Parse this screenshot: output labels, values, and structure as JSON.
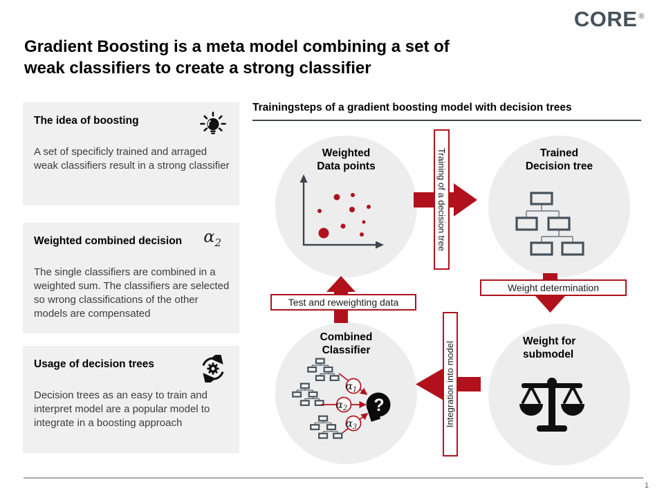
{
  "logo": {
    "text": "CORE",
    "registered_mark": "®"
  },
  "title": {
    "line1": "Gradient Boosting is a meta model combining a set of",
    "line2": "weak classifiers to create a strong classifier"
  },
  "info_boxes": [
    {
      "heading": "The idea of boosting",
      "icon": "lightbulb-icon",
      "body": "A set of specificly trained and arraged weak classifiers result in a strong classifier"
    },
    {
      "heading": "Weighted combined decision",
      "icon": "alpha-weight-symbol",
      "icon_symbol": "α",
      "icon_sub": "2",
      "body": "The single classifiers are combined in a weighted sum. The classifiers are selected so wrong classifications of the other models are compensated"
    },
    {
      "heading": "Usage of decision trees",
      "icon": "gear-cycle-icon",
      "body": "Decision trees as an easy to train and interpret model are a popular model to integrate in a boosting approach"
    }
  ],
  "diagram": {
    "heading": "Trainingsteps of a gradient boosting model with decision trees",
    "nodes": [
      {
        "id": "weighted-data-points",
        "line1": "Weighted",
        "line2": "Data points"
      },
      {
        "id": "trained-decision-tree",
        "line1": "Trained",
        "line2": "Decision tree"
      },
      {
        "id": "weight-for-submodel",
        "line1": "Weight for",
        "line2": "submodel"
      },
      {
        "id": "combined-classifier",
        "line1": "Combined",
        "line2": "Classifier"
      }
    ],
    "connectors": {
      "training": "Training of a decision tree",
      "weight_determination": "Weight determination",
      "integration": "Integration into model",
      "test_reweighting": "Test and reweighting data"
    },
    "alphas": [
      {
        "symbol": "α",
        "sub": "1"
      },
      {
        "symbol": "α",
        "sub": "2"
      },
      {
        "symbol": "α",
        "sub": "3"
      }
    ],
    "question_mark": "?"
  },
  "footer": {
    "page_number": "1"
  },
  "colors": {
    "accent_red": "#b0111c",
    "logo_gray": "#47515b",
    "circle_bg": "#ededed",
    "info_box_bg": "#f0f0f0",
    "tree_outline": "#46525c"
  }
}
